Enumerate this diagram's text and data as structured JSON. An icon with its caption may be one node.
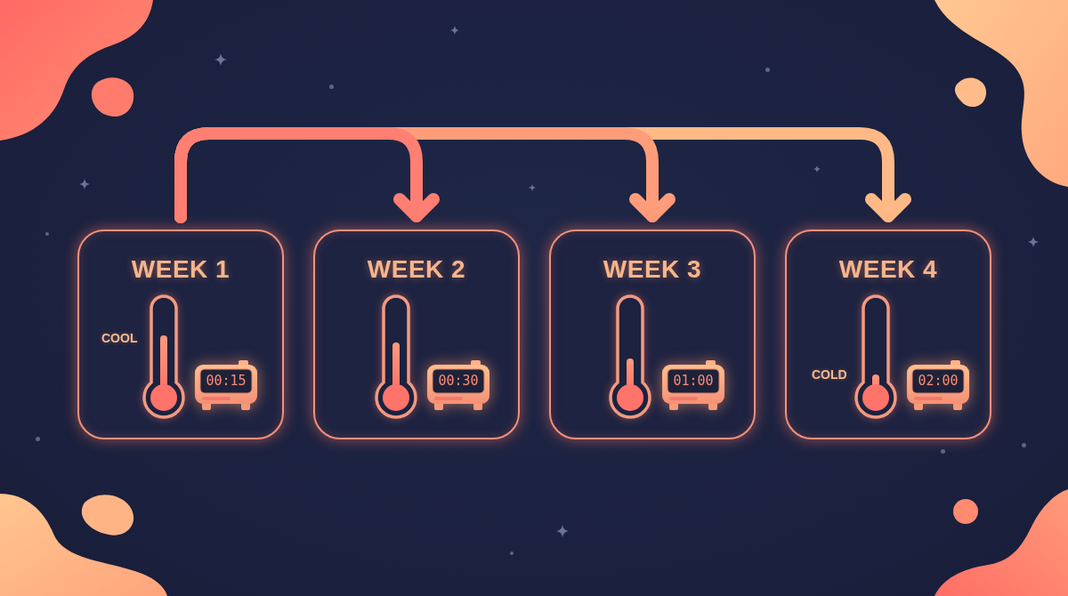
{
  "diagram": {
    "nodes": [
      {
        "text": [
          "WEEK 1",
          "COOL",
          "00:15"
        ]
      },
      {
        "text": [
          "WEEK 2",
          "00:30"
        ]
      },
      {
        "text": [
          "WEEK 3",
          "01:00"
        ]
      },
      {
        "text": [
          "WEEK 4",
          "COLD",
          "02:00"
        ]
      }
    ],
    "edges": [
      {
        "from": 0,
        "to": 1,
        "arrow": "to",
        "color": "#ff7f72"
      },
      {
        "from": 0,
        "to": 2,
        "arrow": "to",
        "color": "#ff9c7a"
      },
      {
        "from": 0,
        "to": 3,
        "arrow": "to",
        "color": "#ffb986"
      }
    ]
  }
}
